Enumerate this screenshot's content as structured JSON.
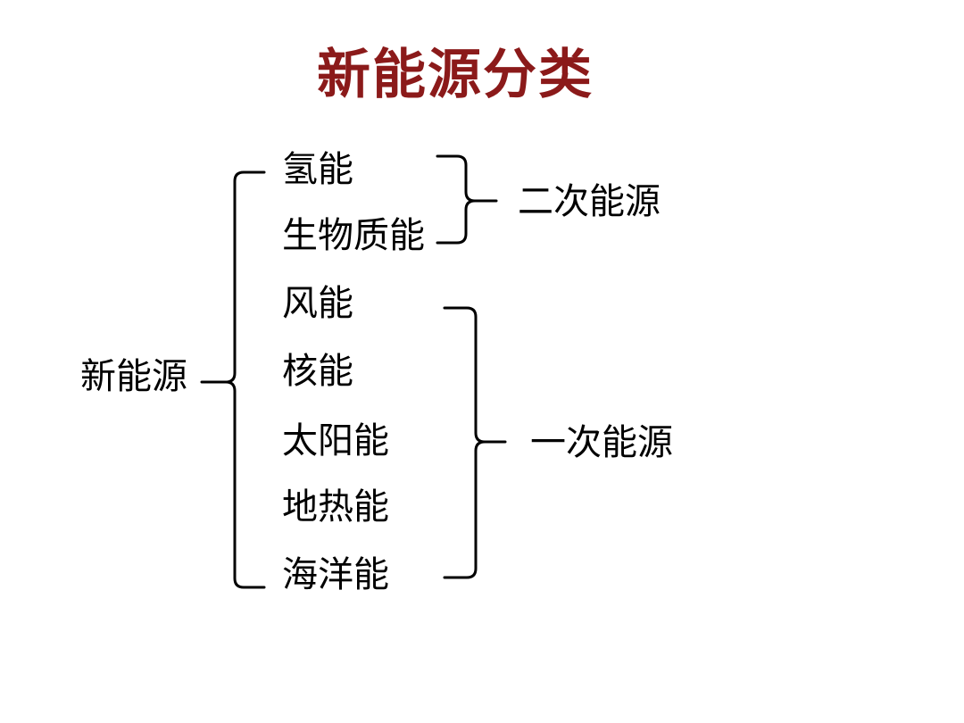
{
  "slide": {
    "title": "新能源分类",
    "title_color": "#8b1a1a",
    "root": "新能源",
    "group_secondary": {
      "label": "二次能源",
      "items": [
        "氢能",
        "生物质能"
      ]
    },
    "group_primary": {
      "label": "一次能源",
      "items": [
        "风能",
        "核能",
        "太阳能",
        "地热能",
        "海洋能"
      ]
    }
  }
}
